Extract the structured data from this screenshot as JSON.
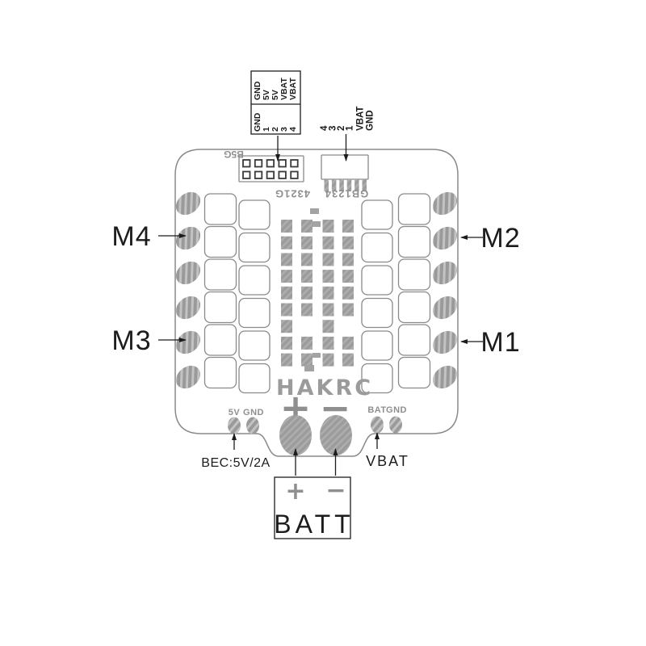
{
  "colors": {
    "background": "#ffffff",
    "board_line": "#8a8a8a",
    "dark_line": "#1c1c1c",
    "pad_gray": "#9d9d9d",
    "pad_stripe": "#c3c3c3",
    "label_gray": "#8f8f8f",
    "logo_gray": "#9b9b9b"
  },
  "board": {
    "brand": "HAKRC",
    "silkscreen": {
      "header_label": "B5G",
      "left_group": "4321G",
      "right_group": "GB1234"
    },
    "header_pinout": {
      "row1": [
        "GND",
        "5V",
        "5V",
        "VBAT",
        "VBAT"
      ],
      "row2": [
        "GND",
        "1",
        "2",
        "3",
        "4"
      ]
    },
    "connector_pinout": [
      "4",
      "3",
      "2",
      "1",
      "VBAT",
      "GND"
    ],
    "motor_labels": {
      "left": [
        "M4",
        "M3"
      ],
      "right": [
        "M2",
        "M1"
      ]
    },
    "bottom_pads": {
      "left": [
        "5V",
        "GND"
      ],
      "right": [
        "BAT",
        "GND"
      ],
      "positive": "+",
      "negative": "−"
    },
    "annotations": {
      "bec": "BEC:5V/2A",
      "vbat": "VBAT"
    },
    "battery": {
      "label": "BATT",
      "positive": "+",
      "negative": "−"
    }
  }
}
